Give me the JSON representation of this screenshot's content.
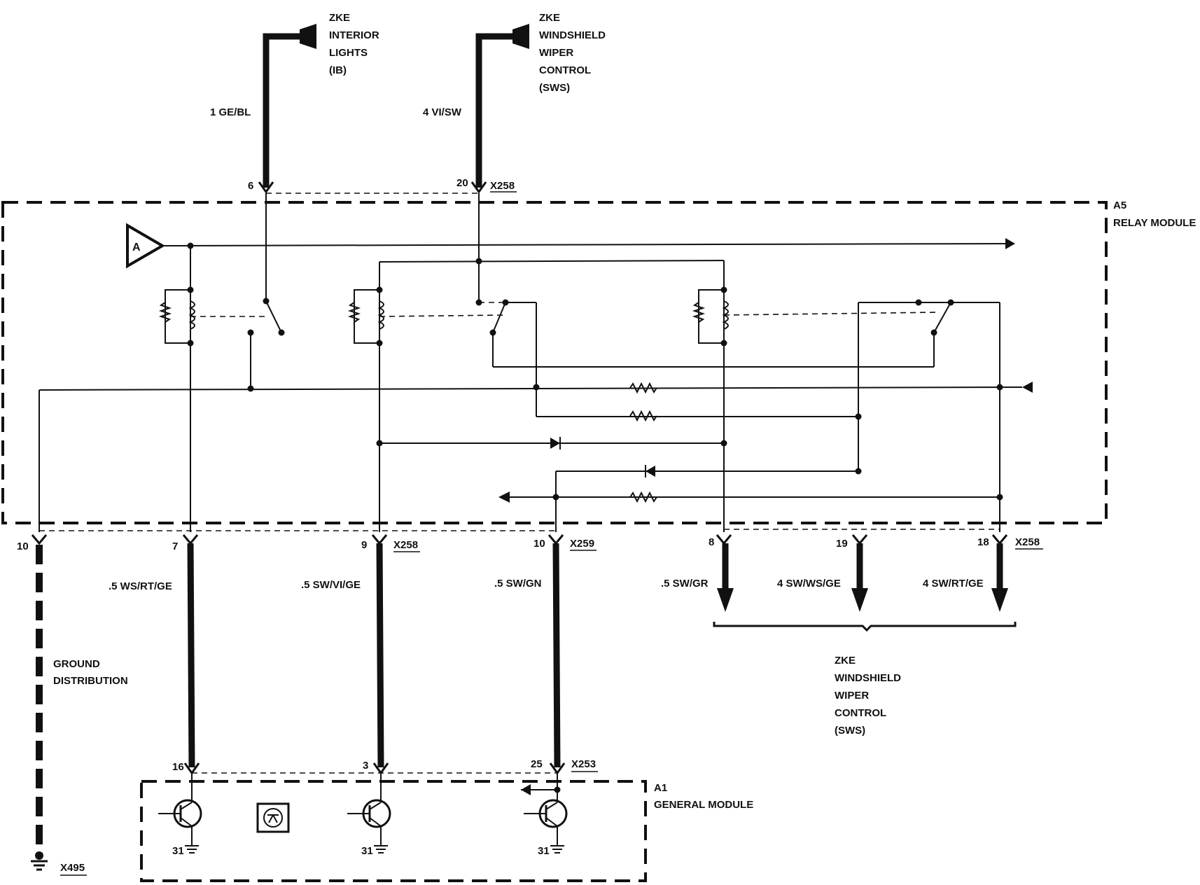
{
  "top_connectors": {
    "interior_lights": {
      "lines": [
        "ZKE",
        "INTERIOR",
        "LIGHTS",
        "(IB)"
      ],
      "wire": "1 GE/BL",
      "pin": "6"
    },
    "wiper_control": {
      "lines": [
        "ZKE",
        "WINDSHIELD",
        "WIPER",
        "CONTROL",
        "(SWS)"
      ],
      "wire": "4 VI/SW",
      "pin": "20",
      "connector": "X258"
    }
  },
  "relay_module": {
    "id": "A5",
    "name": "RELAY MODULE",
    "input_marker": "A"
  },
  "bottom_pins": [
    {
      "pin": "10",
      "wire": ""
    },
    {
      "pin": "7",
      "wire": ".5 WS/RT/GE"
    },
    {
      "pin": "9",
      "wire": ".5 SW/VI/GE",
      "connector": "X258"
    },
    {
      "pin": "10",
      "wire": ".5 SW/GN",
      "connector": "X259"
    },
    {
      "pin": "8",
      "wire": ".5 SW/GR"
    },
    {
      "pin": "19",
      "wire": "4 SW/WS/GE"
    },
    {
      "pin": "18",
      "wire": "4 SW/RT/GE",
      "connector": "X258"
    }
  ],
  "ground": {
    "lines": [
      "GROUND",
      "DISTRIBUTION"
    ],
    "connector": "X495"
  },
  "sws_bottom": {
    "lines": [
      "ZKE",
      "WINDSHIELD",
      "WIPER",
      "CONTROL",
      "(SWS)"
    ]
  },
  "general_module": {
    "id": "A1",
    "name": "GENERAL MODULE",
    "connector": "X253",
    "pins": [
      "16",
      "3",
      "25"
    ],
    "ground_terminal": "31"
  }
}
